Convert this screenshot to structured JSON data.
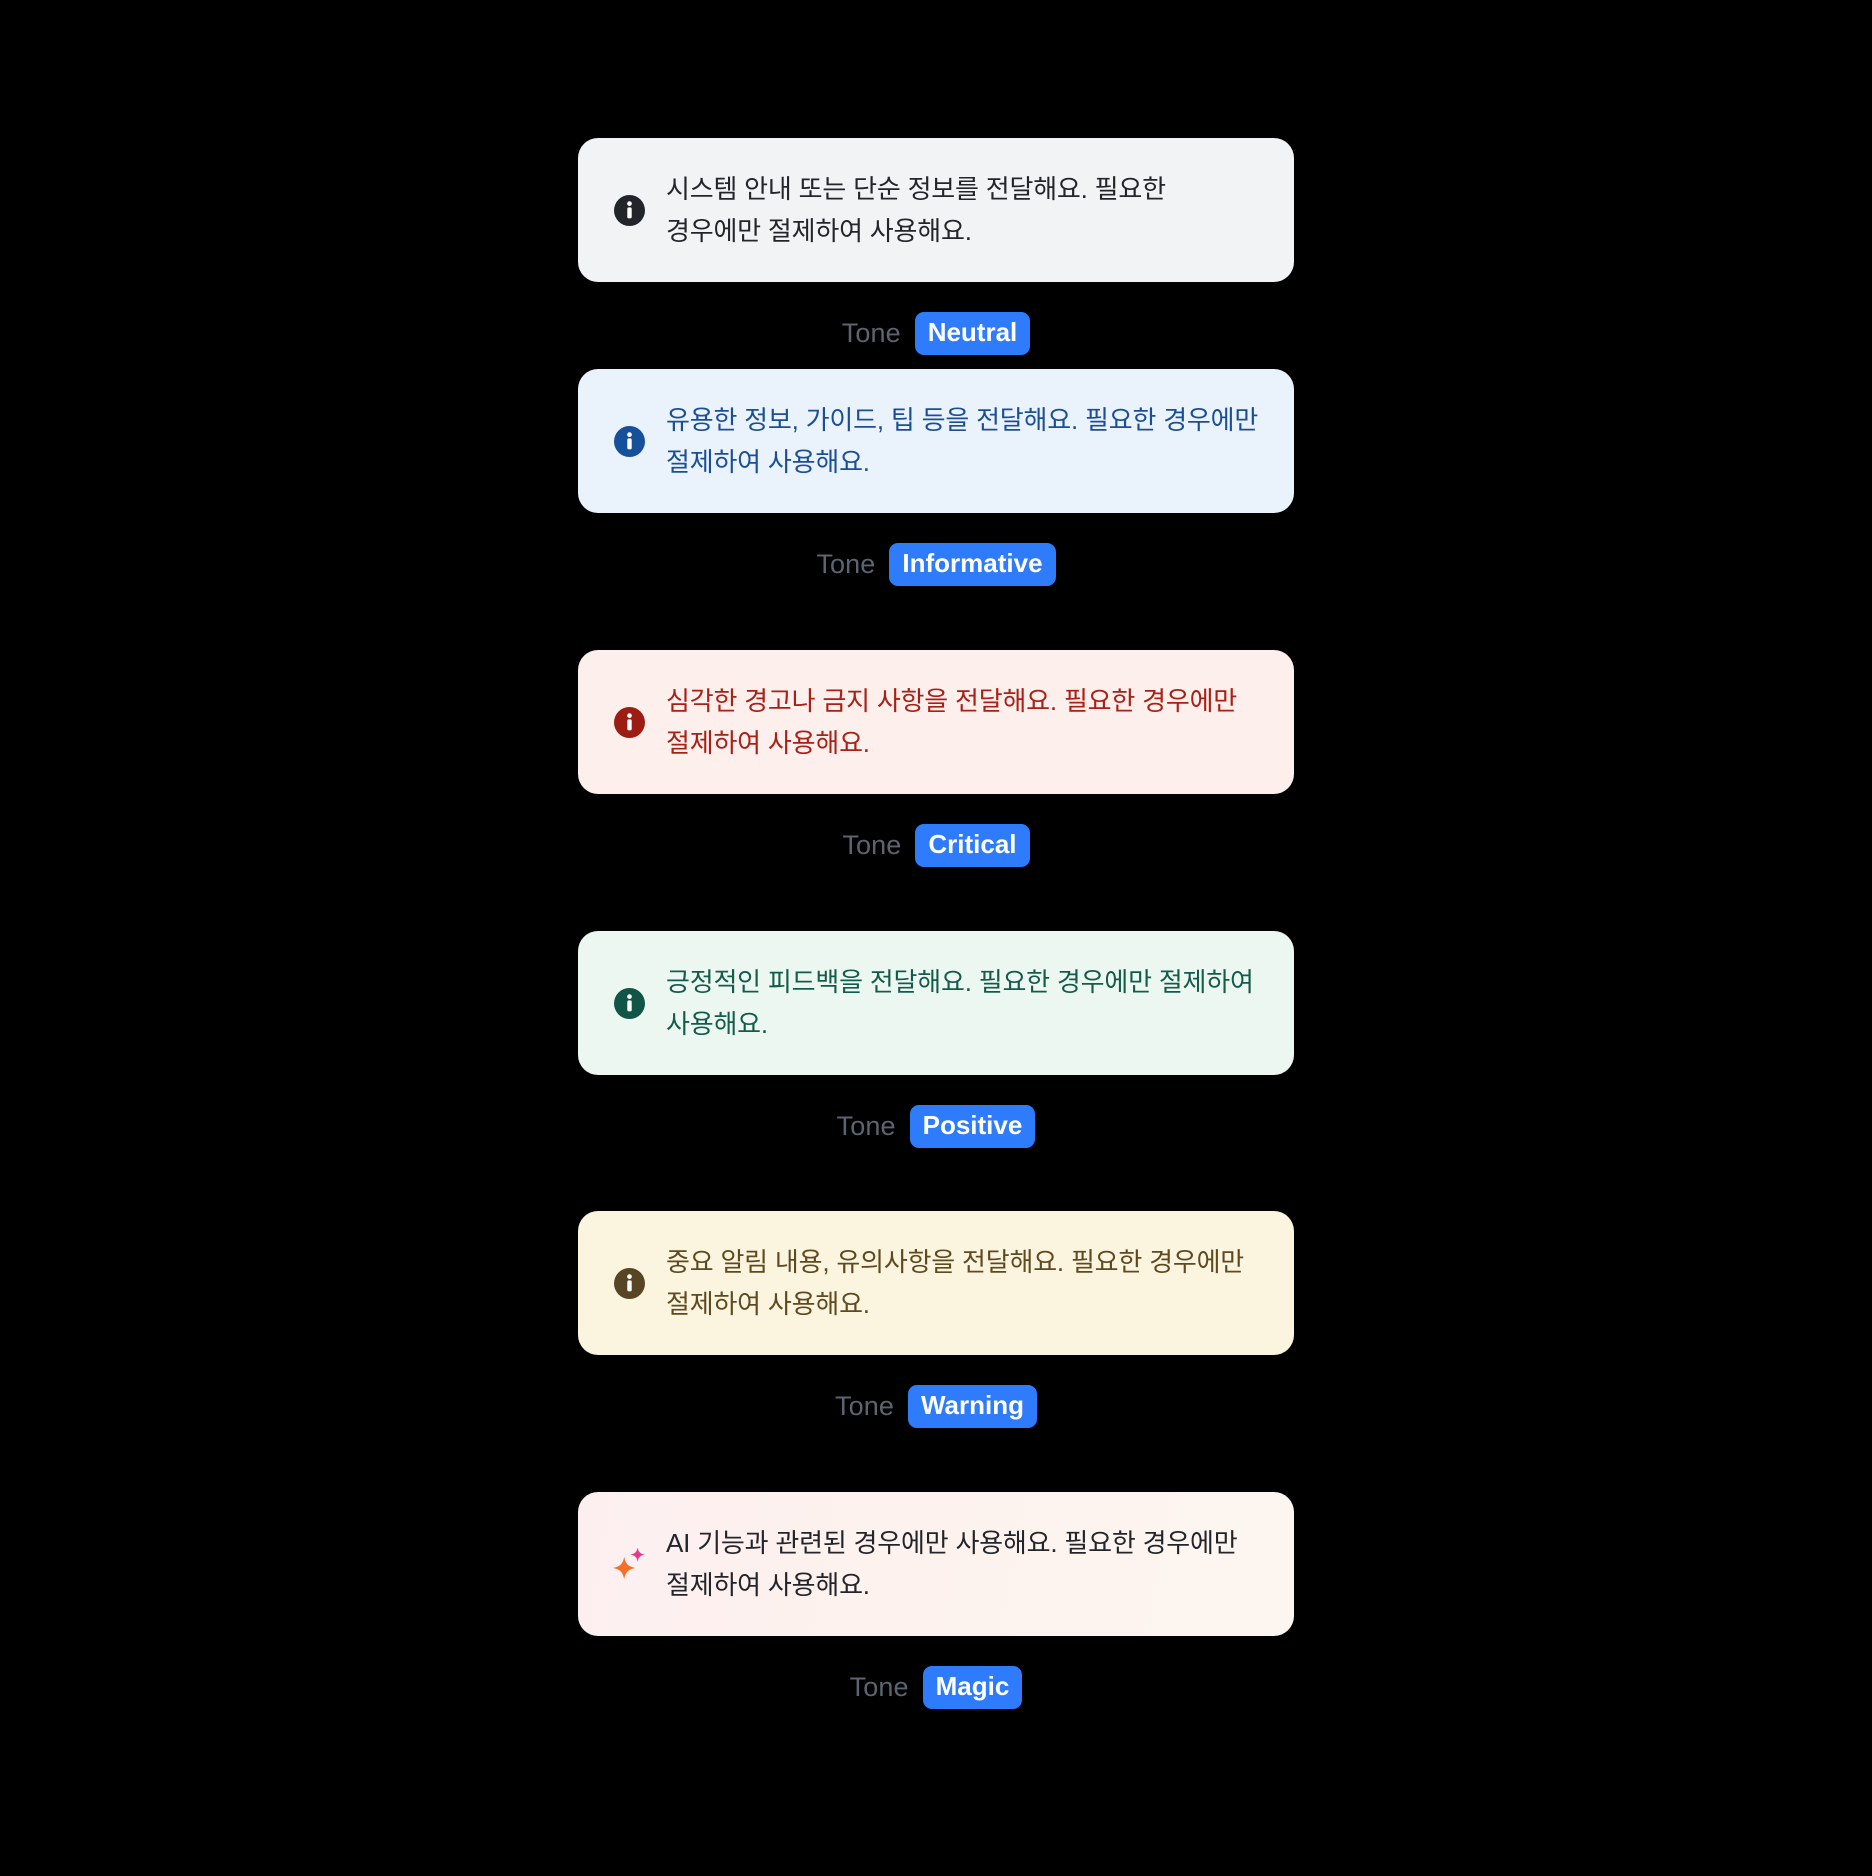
{
  "page": {
    "background": "#000000",
    "tone_label": "Tone",
    "badge_color": "#2e7bfb",
    "badge_text_color": "#ffffff"
  },
  "callouts": [
    {
      "tone": "Neutral",
      "variant": "neutral",
      "icon": "info-icon",
      "message": "시스템 안내 또는 단순 정보를 전달해요. 필요한 경우에만 절제하여 사용해요.",
      "background": "#f2f3f5",
      "text_color": "#22252a",
      "icon_color": "#22252a"
    },
    {
      "tone": "Informative",
      "variant": "informative",
      "icon": "info-icon",
      "message": "유용한 정보, 가이드, 팁 등을 전달해요. 필요한 경우에만 절제하여 사용해요.",
      "background": "#eaf2fc",
      "text_color": "#1a4f96",
      "icon_color": "#16509a"
    },
    {
      "tone": "Critical",
      "variant": "critical",
      "icon": "info-icon",
      "message": "심각한 경고나 금지 사항을 전달해요. 필요한 경우에만 절제하여 사용해요.",
      "background": "#fcefec",
      "text_color": "#a82016",
      "icon_color": "#9c1d13"
    },
    {
      "tone": "Positive",
      "variant": "positive",
      "icon": "info-icon",
      "message": "긍정적인 피드백을 전달해요. 필요한 경우에만 절제하여 사용해요.",
      "background": "#ecf7f2",
      "text_color": "#145c4a",
      "icon_color": "#115546"
    },
    {
      "tone": "Warning",
      "variant": "warning",
      "icon": "info-icon",
      "message": "중요 알림 내용, 유의사항을 전달해요. 필요한 경우에만 절제하여 사용해요.",
      "background": "#fbf4df",
      "text_color": "#5f4a20",
      "icon_color": "#584524"
    },
    {
      "tone": "Magic",
      "variant": "magic",
      "icon": "sparkle-icon",
      "message": "AI 기능과 관련된 경우에만 사용해요. 필요한 경우에만 절제하여 사용해요.",
      "background": "#fdf2ee",
      "text_color": "#22252a",
      "icon_color": "#f4702a",
      "icon_secondary_color": "#e8388f"
    }
  ]
}
